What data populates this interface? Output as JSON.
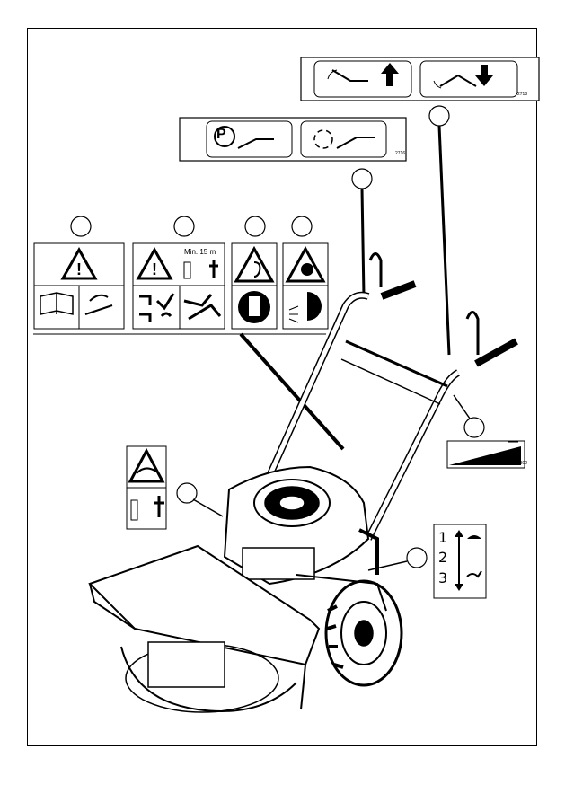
{
  "decals": {
    "lift_plate_code": "2718",
    "park_plate_code": "2716",
    "distance_label": "Min. 15 m",
    "throttle_code": "CGG. 11888802",
    "throttle_minus": "—"
  },
  "speed_selector": {
    "positions": [
      "1",
      "2",
      "3"
    ]
  },
  "icons": {
    "parking": "P",
    "warning": "!",
    "lift_up": "arrow-up-icon",
    "lift_down": "arrow-down-icon",
    "manual": "book-icon",
    "ear_protection": "ear-icon",
    "face_shield": "shield-icon",
    "hare": "hare-icon",
    "tortoise": "tortoise-icon"
  }
}
